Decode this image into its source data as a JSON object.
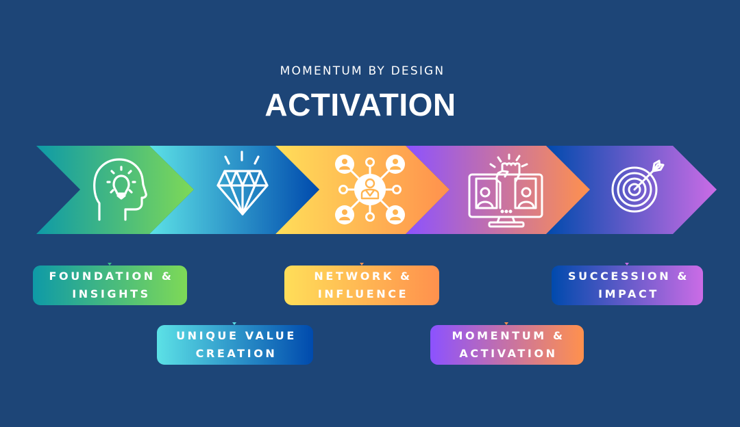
{
  "header": {
    "subtitle": "MOMENTUM BY DESIGN",
    "title": "ACTIVATION"
  },
  "background_color": "#1d4577",
  "stages": [
    {
      "id": "foundation",
      "label": "FOUNDATION &\nINSIGHTS",
      "icon": "head-lightbulb-icon",
      "gradient": [
        "#0e9aa7",
        "#7ed957"
      ]
    },
    {
      "id": "unique-value",
      "label": "UNIQUE VALUE\nCREATION",
      "icon": "diamond-icon",
      "gradient": [
        "#5ce1e6",
        "#004aad"
      ]
    },
    {
      "id": "network",
      "label": "NETWORK &\nINFLUENCE",
      "icon": "network-people-icon",
      "gradient": [
        "#ffde59",
        "#ff914d"
      ]
    },
    {
      "id": "momentum",
      "label": "MOMENTUM &\nACTIVATION",
      "icon": "monitor-fist-icon",
      "gradient": [
        "#8c52ff",
        "#ff914d"
      ]
    },
    {
      "id": "succession",
      "label": "SUCCESSION &\nIMPACT",
      "icon": "target-arrow-icon",
      "gradient": [
        "#004aad",
        "#cb6ce6"
      ]
    }
  ]
}
